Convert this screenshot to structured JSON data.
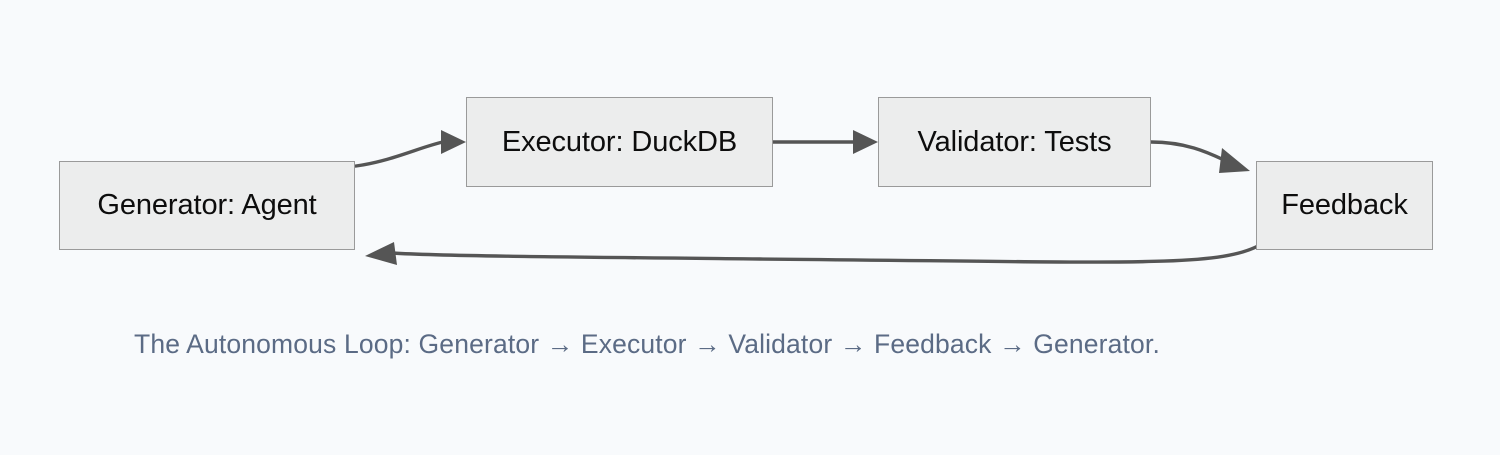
{
  "diagram": {
    "title_caption": "The Autonomous Loop: Generator → Executor → Validator → Feedback → Generator.",
    "background_color": "#f8fafc",
    "node_fill_color": "#eceded",
    "node_border_color": "#9a9a9a",
    "node_text_color": "#0d0d0d",
    "edge_color": "#555555",
    "caption_color": "#5b6b85",
    "nodes": [
      {
        "id": "generator",
        "label": "Generator: Agent"
      },
      {
        "id": "executor",
        "label": "Executor: DuckDB"
      },
      {
        "id": "validator",
        "label": "Validator: Tests"
      },
      {
        "id": "feedback",
        "label": "Feedback"
      }
    ],
    "edges": [
      {
        "id": "generator-to-executor",
        "from": "Generator: Agent",
        "to": "Executor: DuckDB",
        "style": "curved",
        "arrowhead": "right"
      },
      {
        "id": "executor-to-validator",
        "from": "Executor: DuckDB",
        "to": "Validator: Tests",
        "style": "straight",
        "arrowhead": "right"
      },
      {
        "id": "validator-to-feedback",
        "from": "Validator: Tests",
        "to": "Feedback",
        "style": "curved",
        "arrowhead": "right"
      },
      {
        "id": "feedback-to-generator",
        "from": "Feedback",
        "to": "Generator: Agent",
        "style": "curved-return",
        "arrowhead": "left"
      }
    ]
  }
}
